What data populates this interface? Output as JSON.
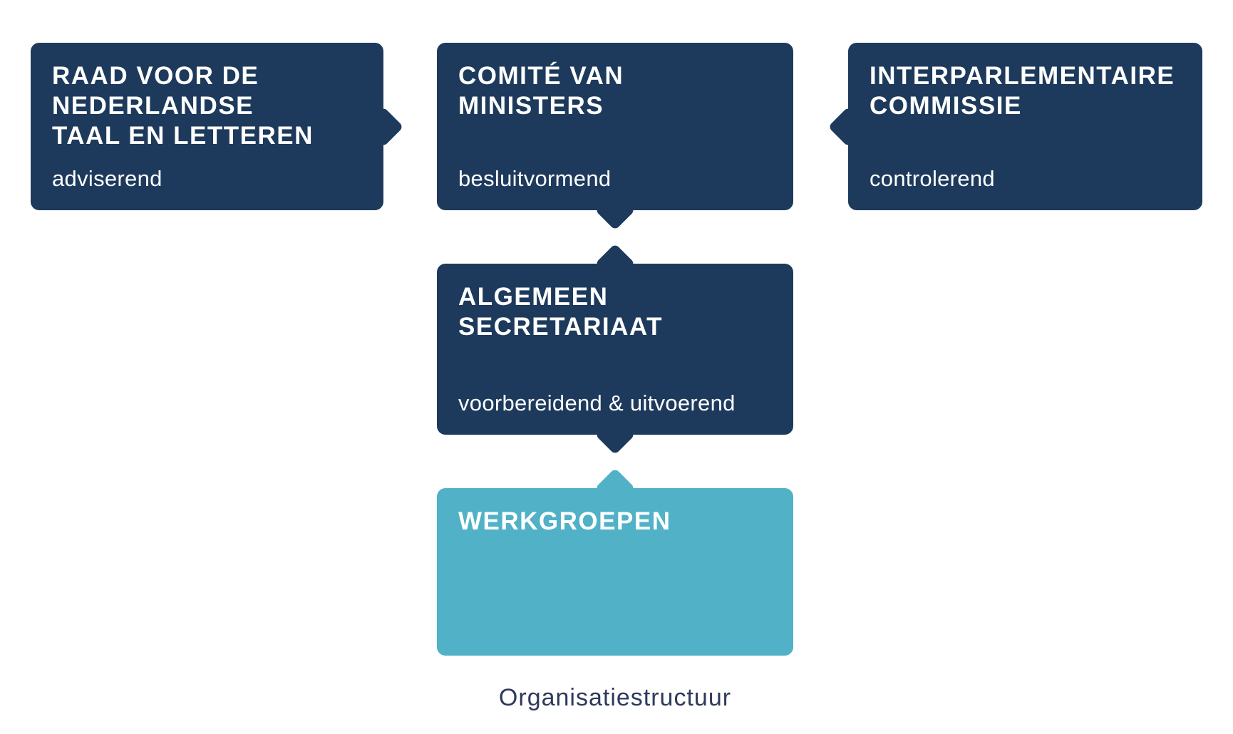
{
  "caption": "Organisatiestructuur",
  "colors": {
    "box_navy": "#1d3a5c",
    "box_teal": "#50b1c7",
    "box_text": "#ffffff",
    "caption_text": "#2e3a5c",
    "background": "#ffffff"
  },
  "boxes": [
    {
      "id": "raad",
      "title": "RAAD VOOR DE\nNEDERLANDSE\nTAAL EN LETTEREN",
      "subtitle": "adviserend",
      "arrow": "right",
      "variant": "navy"
    },
    {
      "id": "comite",
      "title": "COMITÉ VAN\nMINISTERS",
      "subtitle": "besluitvormend",
      "arrow": "down",
      "variant": "navy"
    },
    {
      "id": "interparlementaire",
      "title": "INTERPARLEMENTAIRE\nCOMMISSIE",
      "subtitle": "controlerend",
      "arrow": "left",
      "variant": "navy"
    },
    {
      "id": "secretariaat",
      "title": "ALGEMEEN\nSECRETARIAAT",
      "subtitle": "voorbereidend & uitvoerend",
      "arrow": "up-down",
      "variant": "navy"
    },
    {
      "id": "werkgroepen",
      "title": "WERKGROEPEN",
      "subtitle": "",
      "arrow": "up",
      "variant": "teal"
    }
  ]
}
